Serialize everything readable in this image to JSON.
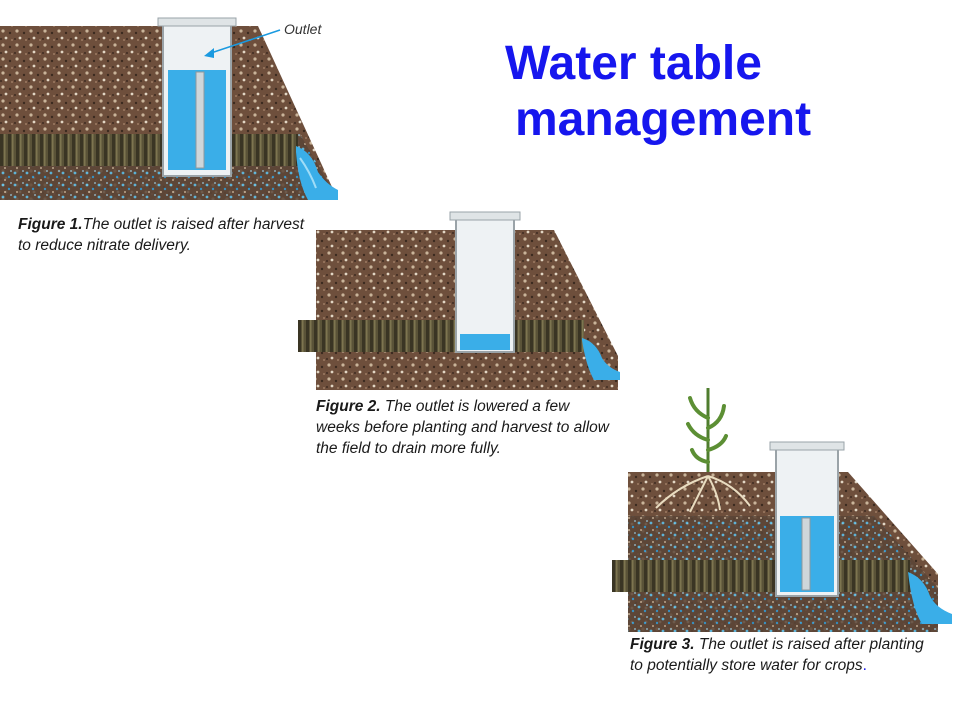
{
  "title": {
    "line1": "Water table",
    "line2": "management"
  },
  "outlet_label": "Outlet",
  "figures": [
    {
      "label": "Figure 1.",
      "text": "The outlet is raised after harvest to reduce nitrate delivery.",
      "water_level": "raised"
    },
    {
      "label": "Figure 2.",
      "text": "The outlet is lowered a few weeks before planting and harvest to allow the field to drain more fully.",
      "water_level": "lowered"
    },
    {
      "label": "Figure 3.",
      "text": "The outlet is raised after planting to potentially store water for crops",
      "water_level": "raised"
    }
  ],
  "trailing_period": ".",
  "colors": {
    "title": "#1616ee",
    "water": "#3aaee8",
    "soil": "#7a5a44",
    "pipe": "#4e4a34"
  }
}
